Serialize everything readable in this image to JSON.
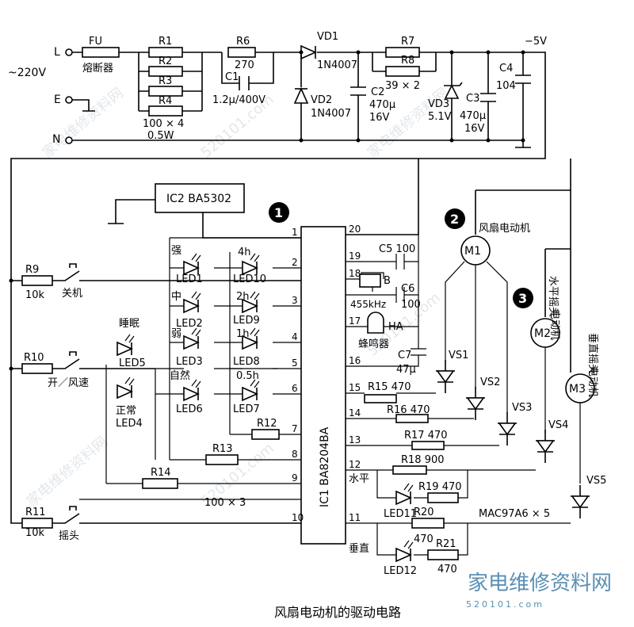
{
  "mains": {
    "L": "L",
    "E": "E",
    "N": "N",
    "voltage": "~220V"
  },
  "fuse": {
    "ref": "FU",
    "name": "熔断器"
  },
  "resistors": {
    "R1": "R1",
    "R2": "R2",
    "R3": "R3",
    "R4": "R4",
    "R1_4_value": "100 × 4",
    "R1_4_power": "0.5W",
    "R6": "R6",
    "R6_value": "270",
    "R7": "R7",
    "R8": "R8",
    "R7_8_value": "39 × 2",
    "R9": "R9",
    "R9_value": "10k",
    "R10": "R10",
    "R11": "R11",
    "R11_value": "10k",
    "R12": "R12",
    "R13": "R13",
    "R14": "R14",
    "R12_14_value": "100 × 3",
    "R15": "R15 470",
    "R16": "R16 470",
    "R17": "R17 470",
    "R18": "R18 900",
    "R19": "R19 470",
    "R20": "R20",
    "R20_value": "470",
    "R21": "R21",
    "R21_value": "470"
  },
  "capacitors": {
    "C1": "C1",
    "C1_value": "1.2μ/400V",
    "C2": "C2",
    "C2_value": "470μ",
    "C2_volt": "16V",
    "C3": "C3",
    "C3_value": "470μ",
    "C3_volt": "16V",
    "C4": "C4",
    "C4_value": "104",
    "C5": "C5 100",
    "C6": "C6",
    "C6_value": "100",
    "C7": "C7",
    "C7_value": "47μ"
  },
  "diodes": {
    "VD1": "VD1",
    "VD1_part": "1N4007",
    "VD2": "VD2",
    "VD2_part": "1N4007",
    "VD3": "VD3",
    "VD3_value": "5.1V"
  },
  "supply_label": "−5V",
  "ic2": "IC2 BA5302",
  "ic1": "IC1 BA8204BA",
  "ic1_pins_left": [
    "1",
    "2",
    "3",
    "4",
    "5",
    "6",
    "7",
    "8",
    "9",
    "10"
  ],
  "ic1_pins_right": [
    "20",
    "19",
    "18",
    "17",
    "16",
    "15",
    "14",
    "13",
    "12",
    "11"
  ],
  "crystal": {
    "ref": "B",
    "freq": "455kHz"
  },
  "buzzer": {
    "ref": "HA",
    "name": "蜂鸣器"
  },
  "leds": {
    "LED1": "LED1",
    "LED2": "LED2",
    "LED3": "LED3",
    "LED4": "LED4",
    "LED5": "LED5",
    "LED6": "LED6",
    "LED7": "LED7",
    "LED8": "LED8",
    "LED9": "LED9",
    "LED10": "LED10",
    "LED11": "LED11",
    "LED12": "LED12"
  },
  "led_labels": {
    "strong": "强",
    "medium": "中",
    "weak": "弱",
    "natural": "自然",
    "sleep": "睡眠",
    "normal": "正常",
    "t4h": "4h",
    "t2h": "2h",
    "t1h": "1h",
    "t05h": "0.5h",
    "horizontal": "水平",
    "vertical": "垂直"
  },
  "switches": {
    "off": "关机",
    "on_speed": "开／风速",
    "swing": "摇头"
  },
  "triacs": {
    "VS1": "VS1",
    "VS2": "VS2",
    "VS3": "VS3",
    "VS4": "VS4",
    "VS5": "VS5",
    "part": "MAC97A6 × 5"
  },
  "motors": {
    "M1": "M1",
    "M1_name": "风扇电动机",
    "M2": "M2",
    "M2_name_a": "水平摇头",
    "M2_name_b": "电动机",
    "M3": "M3",
    "M3_name_a": "垂直摇头",
    "M3_name_b": "电动机"
  },
  "markers": [
    "1",
    "2",
    "3"
  ],
  "caption": "风扇电动机的驱动电路",
  "watermark": {
    "brand": "家电维修资料网",
    "site": "520101.com"
  }
}
